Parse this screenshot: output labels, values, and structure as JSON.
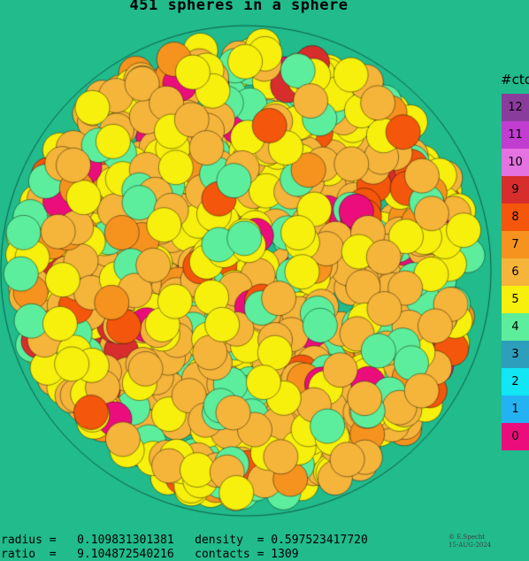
{
  "title": "451 spheres in a sphere",
  "legend": {
    "title": "#ctc",
    "items": [
      {
        "label": "12",
        "color": "#8a3c9c"
      },
      {
        "label": "11",
        "color": "#c13dd0"
      },
      {
        "label": "10",
        "color": "#e472e0"
      },
      {
        "label": "9",
        "color": "#d72d2d"
      },
      {
        "label": "8",
        "color": "#f4560b"
      },
      {
        "label": "7",
        "color": "#f5931e"
      },
      {
        "label": "6",
        "color": "#f5b43a"
      },
      {
        "label": "5",
        "color": "#f7ef0c"
      },
      {
        "label": "4",
        "color": "#5cee9c"
      },
      {
        "label": "3",
        "color": "#2d9ebc"
      },
      {
        "label": "2",
        "color": "#12e6f4"
      },
      {
        "label": "1",
        "color": "#24b3f2"
      },
      {
        "label": "0",
        "color": "#ec0d7c"
      }
    ]
  },
  "stats": {
    "radius_line": "radius =   0.109831301381   density  = 0.597523417720",
    "ratio_line": "ratio  =   9.104872540216   contacts = 1309"
  },
  "credit": {
    "author": "© E.Specht",
    "date": "15-AUG-2024"
  }
}
